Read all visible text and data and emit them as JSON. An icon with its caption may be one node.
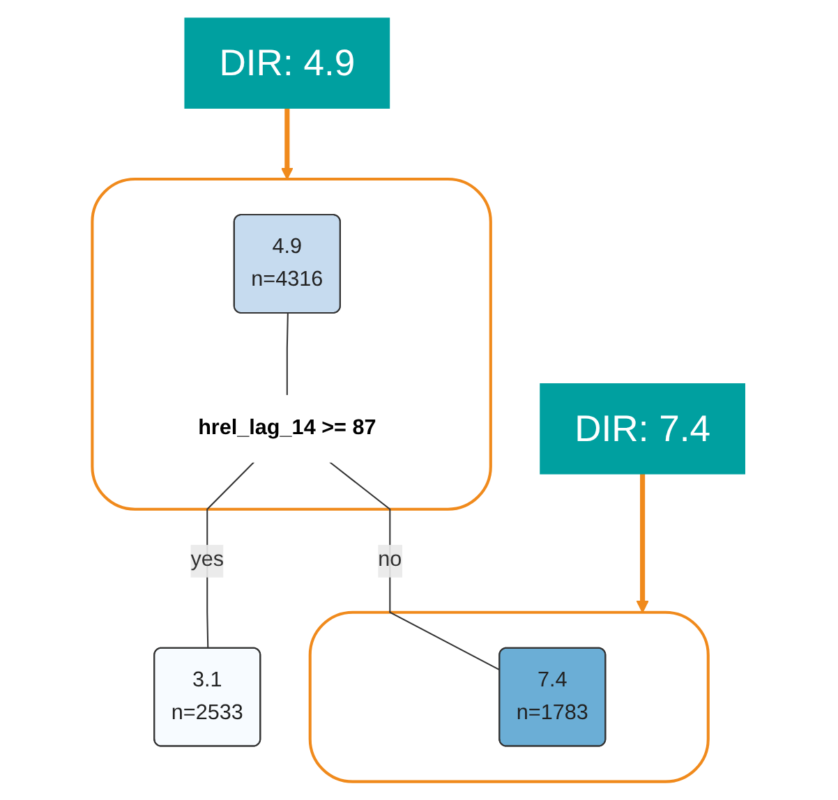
{
  "diagram": {
    "nodes": [
      {
        "text": [
          "DIR: 4.9"
        ]
      },
      {
        "text": [],
        "shape": "box"
      },
      {
        "text": [
          "4.9",
          "n=4316"
        ],
        "in": 1
      },
      {
        "text": [
          "hrel_lag_14 >= 87"
        ],
        "in": 1
      },
      {
        "text": [
          "3.1",
          "n=2533"
        ]
      },
      {
        "text": [],
        "shape": "box"
      },
      {
        "text": [
          "7.4",
          "n=1783"
        ],
        "in": 5
      },
      {
        "text": [
          "DIR: 7.4"
        ]
      }
    ],
    "edges": [
      {
        "from": 0,
        "to": 1,
        "arrow": "to",
        "style": "thick",
        "color": "#f08a1c"
      },
      {
        "from": 2,
        "to": 3,
        "arrow": "none"
      },
      {
        "from": 3,
        "to": 4,
        "arrow": "none",
        "label": "yes"
      },
      {
        "from": 3,
        "to": 6,
        "arrow": "none",
        "label": "no"
      },
      {
        "from": 7,
        "to": 5,
        "arrow": "to",
        "style": "thick",
        "color": "#f08a1c"
      }
    ]
  }
}
